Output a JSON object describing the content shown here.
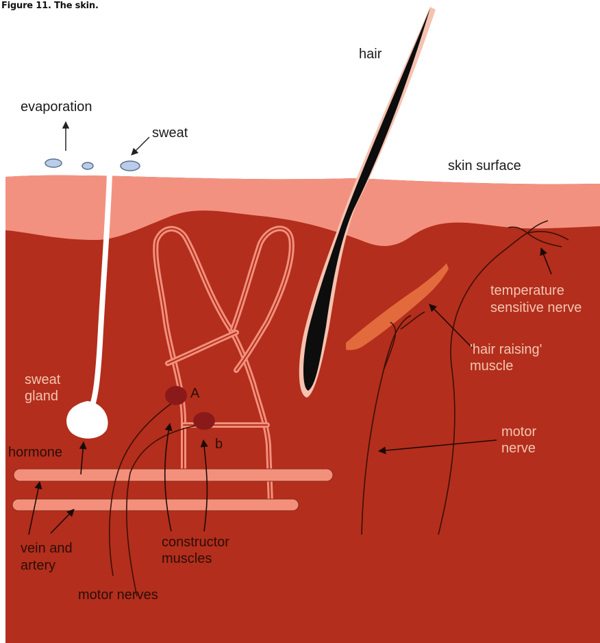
{
  "caption": "Figure 11. The skin.",
  "labels": {
    "hair": "hair",
    "evaporation": "evaporation",
    "sweat": "sweat",
    "skin_surface": "skin surface",
    "temperature_line1": "temperature",
    "temperature_line2": "sensitive nerve",
    "hair_raising_line1": "'hair raising'",
    "hair_raising_line2": "muscle",
    "sweat_gland_line1": "sweat",
    "sweat_gland_line2": "gland",
    "marker_a": "A",
    "marker_b": "b",
    "hormone": "hormone",
    "motor_nerve_line1": "motor",
    "motor_nerve_line2": "nerve",
    "vein_line1": "vein and",
    "vein_line2": "artery",
    "constructor_line1": "constructor",
    "constructor_line2": "muscles",
    "motor_nerves": "motor nerves"
  },
  "colors": {
    "dermis": "#b32e1c",
    "epidermis": "#f39180",
    "vessel": "#f2907c",
    "hair": "#0d0d0d",
    "nerve": "#3a0f08",
    "muscle_node": "#8a1a1a",
    "droplet": "#b9cce8"
  }
}
